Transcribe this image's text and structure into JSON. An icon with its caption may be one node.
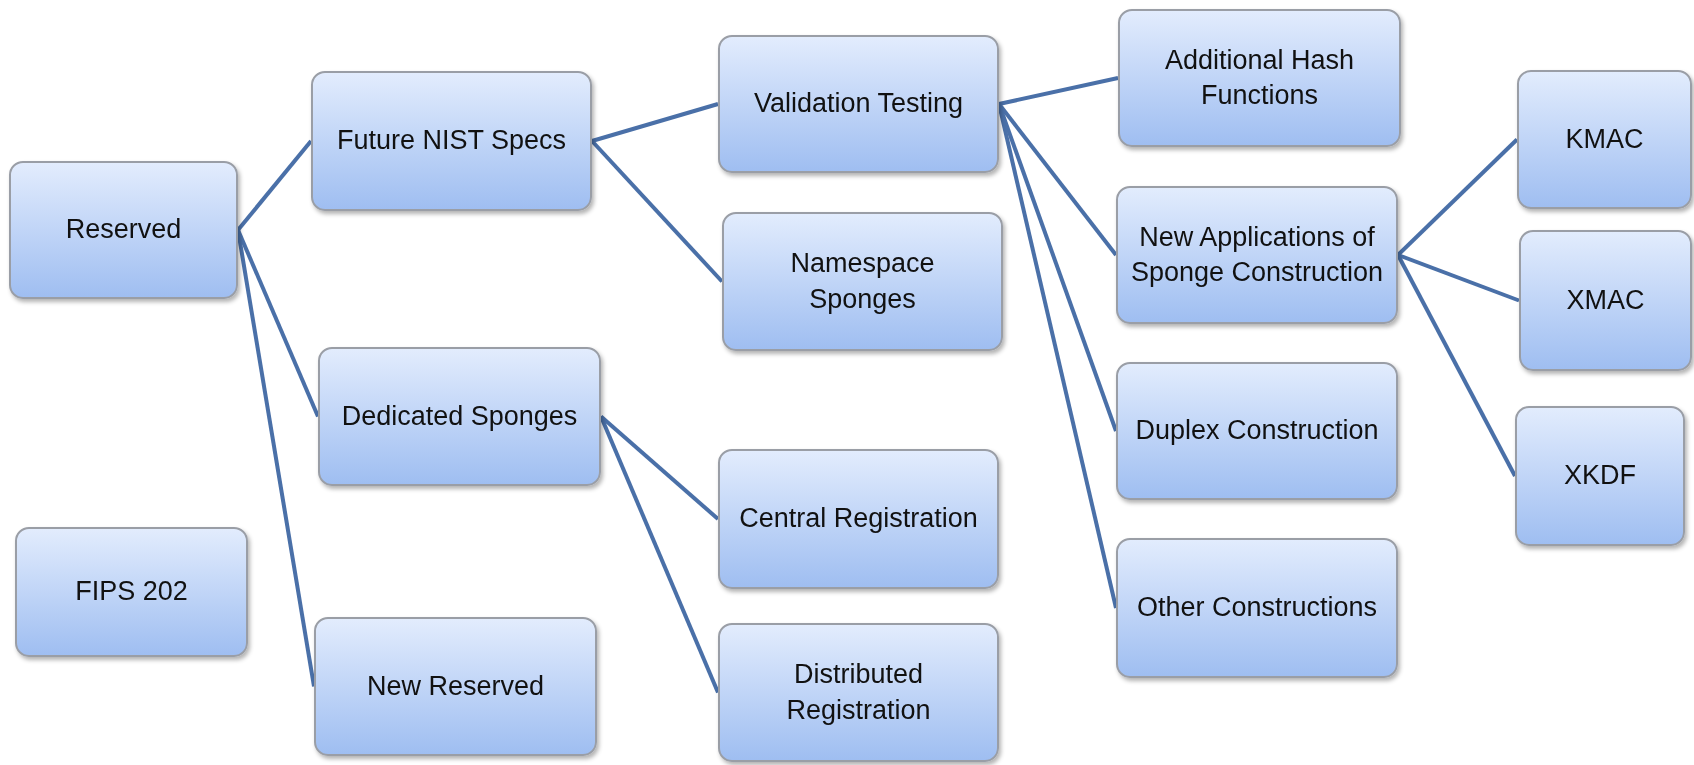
{
  "diagram": {
    "nodes": [
      {
        "text": [
          "Reserved"
        ]
      },
      {
        "text": [
          "Future NIST Specs"
        ]
      },
      {
        "text": [
          "Validation Testing"
        ]
      },
      {
        "text": [
          "Namespace Sponges"
        ]
      },
      {
        "text": [
          "Dedicated Sponges"
        ]
      },
      {
        "text": [
          "Central Registration"
        ]
      },
      {
        "text": [
          "Distributed Registration"
        ]
      },
      {
        "text": [
          "New Reserved"
        ]
      },
      {
        "text": [
          "FIPS 202"
        ]
      },
      {
        "text": [
          "Additional Hash Functions"
        ]
      },
      {
        "text": [
          "New Applications of Sponge Construction"
        ]
      },
      {
        "text": [
          "Duplex Construction"
        ]
      },
      {
        "text": [
          "Other Constructions"
        ]
      },
      {
        "text": [
          "KMAC"
        ]
      },
      {
        "text": [
          "XMAC"
        ]
      },
      {
        "text": [
          "XKDF"
        ]
      }
    ],
    "edges": [
      {
        "from": 0,
        "to": 1,
        "arrow": "none"
      },
      {
        "from": 0,
        "to": 4,
        "arrow": "none"
      },
      {
        "from": 0,
        "to": 7,
        "arrow": "none"
      },
      {
        "from": 1,
        "to": 2,
        "arrow": "none"
      },
      {
        "from": 1,
        "to": 3,
        "arrow": "none"
      },
      {
        "from": 4,
        "to": 5,
        "arrow": "none"
      },
      {
        "from": 4,
        "to": 6,
        "arrow": "none"
      },
      {
        "from": 2,
        "to": 9,
        "arrow": "none"
      },
      {
        "from": 2,
        "to": 10,
        "arrow": "none"
      },
      {
        "from": 2,
        "to": 11,
        "arrow": "none"
      },
      {
        "from": 2,
        "to": 12,
        "arrow": "none"
      },
      {
        "from": 10,
        "to": 13,
        "arrow": "none"
      },
      {
        "from": 10,
        "to": 14,
        "arrow": "none"
      },
      {
        "from": 10,
        "to": 15,
        "arrow": "none"
      }
    ]
  }
}
